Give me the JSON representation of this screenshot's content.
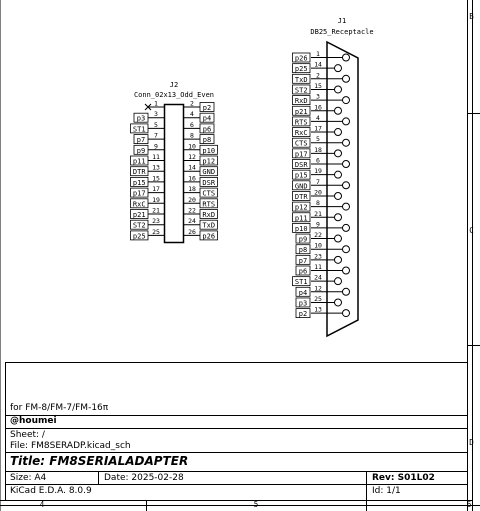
{
  "frame": {
    "right_labels": [
      "B",
      "C",
      "D"
    ],
    "bottom_labels": [
      "4",
      "5",
      "6"
    ],
    "corner_label": "6"
  },
  "j2": {
    "ref": "J2",
    "value": "Conn_02x13_Odd_Even",
    "left_pins": [
      {
        "num": "1",
        "net": ""
      },
      {
        "num": "3",
        "net": "p3"
      },
      {
        "num": "5",
        "net": "ST1"
      },
      {
        "num": "7",
        "net": "p7"
      },
      {
        "num": "9",
        "net": "p9"
      },
      {
        "num": "11",
        "net": "p11"
      },
      {
        "num": "13",
        "net": "DTR"
      },
      {
        "num": "15",
        "net": "p15"
      },
      {
        "num": "17",
        "net": "p17"
      },
      {
        "num": "19",
        "net": "RxC"
      },
      {
        "num": "21",
        "net": "p21"
      },
      {
        "num": "23",
        "net": "ST2"
      },
      {
        "num": "25",
        "net": "p25"
      }
    ],
    "right_pins": [
      {
        "num": "2",
        "net": "p2"
      },
      {
        "num": "4",
        "net": "p4"
      },
      {
        "num": "6",
        "net": "p6"
      },
      {
        "num": "8",
        "net": "p8"
      },
      {
        "num": "10",
        "net": "p10"
      },
      {
        "num": "12",
        "net": "p12"
      },
      {
        "num": "14",
        "net": "GND"
      },
      {
        "num": "16",
        "net": "DSR"
      },
      {
        "num": "18",
        "net": "CTS"
      },
      {
        "num": "20",
        "net": "RTS"
      },
      {
        "num": "22",
        "net": "RxD"
      },
      {
        "num": "24",
        "net": "TxD"
      },
      {
        "num": "26",
        "net": "p26"
      }
    ]
  },
  "j1": {
    "ref": "J1",
    "value": "DB25_Receptacle",
    "pins": [
      {
        "num": "1",
        "net": "p26"
      },
      {
        "num": "14",
        "net": "p25"
      },
      {
        "num": "2",
        "net": "TxD"
      },
      {
        "num": "15",
        "net": "ST2"
      },
      {
        "num": "3",
        "net": "RxD"
      },
      {
        "num": "16",
        "net": "p21"
      },
      {
        "num": "4",
        "net": "RTS"
      },
      {
        "num": "17",
        "net": "RxC"
      },
      {
        "num": "5",
        "net": "CTS"
      },
      {
        "num": "18",
        "net": "p17"
      },
      {
        "num": "6",
        "net": "DSR"
      },
      {
        "num": "19",
        "net": "p15"
      },
      {
        "num": "7",
        "net": "GND"
      },
      {
        "num": "20",
        "net": "DTR"
      },
      {
        "num": "8",
        "net": "p12"
      },
      {
        "num": "21",
        "net": "p11"
      },
      {
        "num": "9",
        "net": "p10"
      },
      {
        "num": "22",
        "net": "p9"
      },
      {
        "num": "10",
        "net": "p8"
      },
      {
        "num": "23",
        "net": "p7"
      },
      {
        "num": "11",
        "net": "p6"
      },
      {
        "num": "24",
        "net": "ST1"
      },
      {
        "num": "12",
        "net": "p4"
      },
      {
        "num": "25",
        "net": "p3"
      },
      {
        "num": "13",
        "net": "p2"
      }
    ]
  },
  "title_block": {
    "comment": "for FM-8/FM-7/FM-16π",
    "company": "@houmei",
    "sheet": "Sheet: /",
    "file": "File: FM8SERADP.kicad_sch",
    "title": "Title: FM8SERIALADAPTER",
    "size": "Size: A4",
    "date": "Date: 2025-02-28",
    "rev": "Rev: S01L02",
    "tool": "KiCad E.D.A. 8.0.9",
    "id": "Id: 1/1"
  },
  "colors": {
    "line": "#000000",
    "background": "#ffffff"
  }
}
